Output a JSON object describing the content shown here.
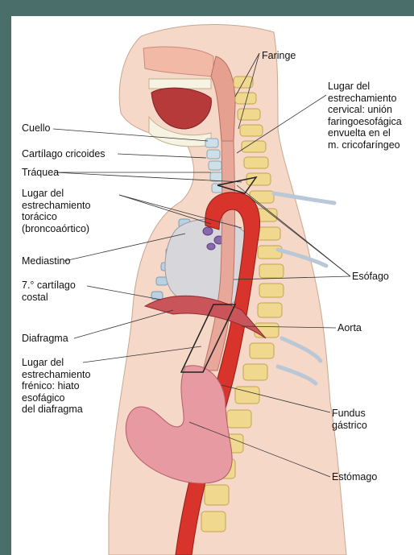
{
  "labels": {
    "faringe": "Faringe",
    "cervical": [
      "Lugar del",
      "estrechamiento",
      "cervical: unión",
      "faringoesofágica",
      "envuelta en el",
      "m. cricofaríngeo"
    ],
    "cuello": "Cuello",
    "cricoides": "Cartílago cricoides",
    "traquea": "Tráquea",
    "toracico": [
      "Lugar del",
      "estrechamiento",
      "torácico",
      "(broncoaórtico)"
    ],
    "mediastino": "Mediastino",
    "costal": [
      "7.° cartílago",
      "costal"
    ],
    "esofago": "Esófago",
    "aorta": "Aorta",
    "diafragma": "Diafragma",
    "frenico": [
      "Lugar del",
      "estrechamiento",
      "frénico: hiato",
      "esofágico",
      "del diafragma"
    ],
    "fundus": [
      "Fundus",
      "gástrico"
    ],
    "estomago": "Estómago"
  },
  "colors": {
    "background": "#4a6e6a",
    "panel": "#ffffff",
    "skin": "#f6d8c8",
    "aorta": "#d9342b",
    "esophagus": "#e7a89a",
    "stomach": "#e79aa2",
    "vertebra": "#f0d88e",
    "heart": "#d6d6db"
  }
}
